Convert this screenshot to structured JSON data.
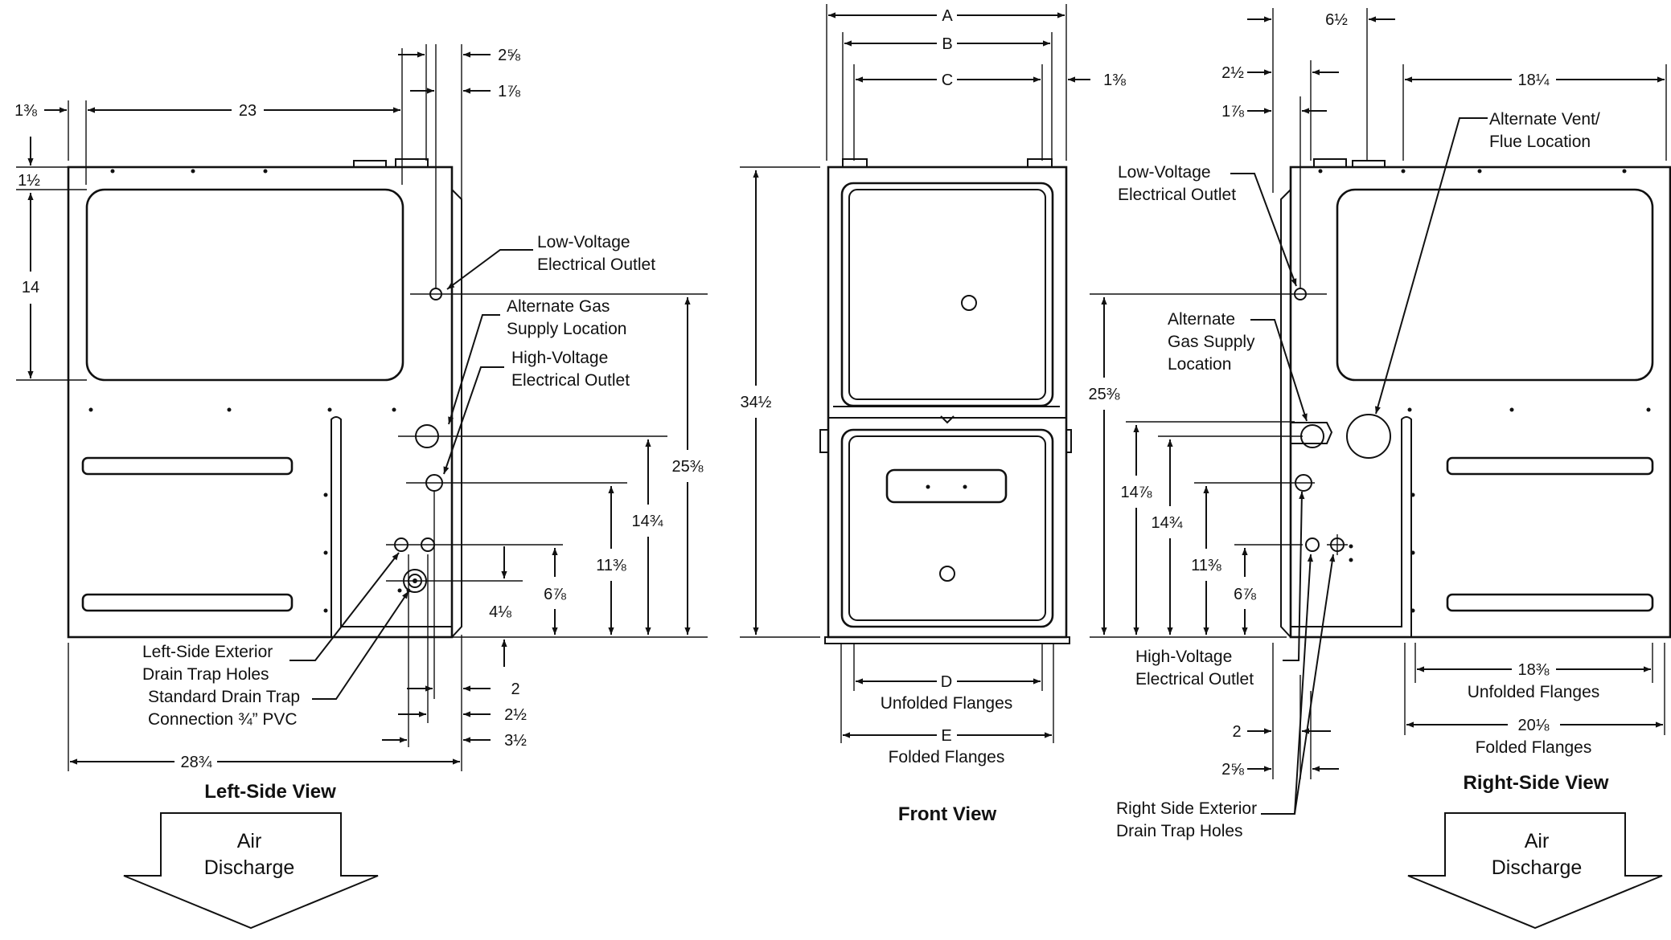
{
  "left_view": {
    "title": "Left-Side View",
    "air_discharge": [
      "Air",
      "Discharge"
    ],
    "callouts": {
      "low_voltage": [
        "Low-Voltage",
        "Electrical Outlet"
      ],
      "alt_gas": [
        "Alternate  Gas",
        "Supply Location"
      ],
      "high_voltage": [
        "High-Voltage",
        "Electrical Outlet"
      ],
      "ext_drain": [
        "Left-Side Exterior",
        "Drain Trap Holes"
      ],
      "std_drain": [
        "Standard Drain Trap",
        "Connection ¾” PVC"
      ]
    },
    "dims": {
      "top_width": "23",
      "left_offset": "1⅜",
      "top_gap": "1½",
      "window_height": "14",
      "right_2_5_8": "2⅝",
      "right_1_7_8": "1⅞",
      "h_25_3_8": "25⅜",
      "h_14_3_4": "14¾",
      "h_11_3_8": "11⅜",
      "h_6_7_8": "6⅞",
      "h_4_1_8": "4⅛",
      "b_2": "2",
      "b_2_1_2": "2½",
      "b_3_1_2": "3½",
      "depth": "28¾"
    }
  },
  "front_view": {
    "title": "Front View",
    "dims": {
      "A": "A",
      "B": "B",
      "C": "C",
      "side": "1⅜",
      "height": "34½",
      "D": "D",
      "E": "E"
    },
    "flange_labels": {
      "unfolded": "Unfolded Flanges",
      "folded": "Folded Flanges"
    }
  },
  "right_view": {
    "title": "Right-Side View",
    "air_discharge": [
      "Air",
      "Discharge"
    ],
    "callouts": {
      "alt_vent": [
        "Alternate Vent/",
        "Flue Location"
      ],
      "low_voltage": [
        "Low-Voltage",
        "Electrical Outlet"
      ],
      "alt_gas": [
        "Alternate",
        "Gas Supply",
        "Location"
      ],
      "high_voltage": [
        "High-Voltage",
        "Electrical Outlet"
      ],
      "ext_drain": [
        "Right Side Exterior",
        "Drain Trap Holes"
      ]
    },
    "dims": {
      "top_6_1_2": "6½",
      "l_2_1_2": "2½",
      "l_1_7_8": "1⅞",
      "width_18_1_4": "18¼",
      "h_25_3_8": "25⅜",
      "h_14_7_8": "14⅞",
      "h_14_3_4": "14¾",
      "h_11_3_8": "11⅜",
      "h_6_7_8": "6⅞",
      "b_2": "2",
      "b_2_5_8": "2⅝",
      "unfolded_w": "18⅜",
      "unfolded_lbl": "Unfolded Flanges",
      "folded_w": "20⅛",
      "folded_lbl": "Folded Flanges"
    }
  }
}
